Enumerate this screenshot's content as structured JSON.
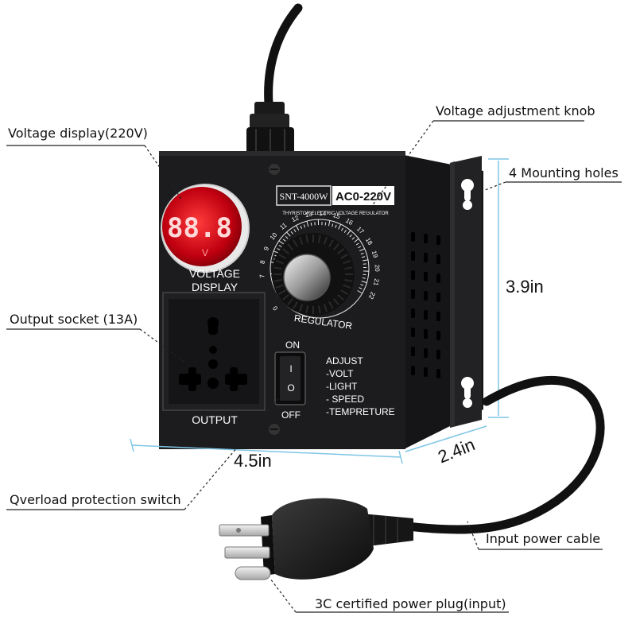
{
  "device": {
    "model": "SNT-4000W",
    "range": "AC0-220V",
    "subtitle": "THYRISTOR ELECTRIC VOLTAGE REGULATOR",
    "display_digits": "88.8",
    "display_unit": "V",
    "display_label_line1": "VOLTAGE",
    "display_label_line2": "DISPLAY",
    "knob_label": "REGULATOR",
    "dial_numbers": [
      "0",
      "7",
      "8",
      "9",
      "10",
      "11",
      "12",
      "13",
      "14",
      "15",
      "16",
      "17",
      "18",
      "19",
      "20",
      "21",
      "22"
    ],
    "socket_label": "OUTPUT",
    "switch_on": "ON",
    "switch_off": "OFF",
    "switch_mark_on": "I",
    "switch_mark_off": "O",
    "adjust_lines": [
      "ADJUST",
      "-VOLT",
      "-LIGHT",
      "- SPEED",
      "-TEMPRETURE"
    ]
  },
  "callouts": {
    "voltage_display": "Voltage display(220V)",
    "knob": "Voltage adjustment knob",
    "mounting": "4 Mounting holes",
    "socket": "Output socket (13A)",
    "switch": "Qverload protection switch",
    "cable": "Input power cable",
    "plug": "3C certified power plug(input)"
  },
  "dimensions": {
    "height": "3.9in",
    "width": "4.5in",
    "depth": "2.4in"
  },
  "colors": {
    "body": "#1c1c1e",
    "dimension_line": "#7fc6e6",
    "display_red": "#e0101a"
  }
}
